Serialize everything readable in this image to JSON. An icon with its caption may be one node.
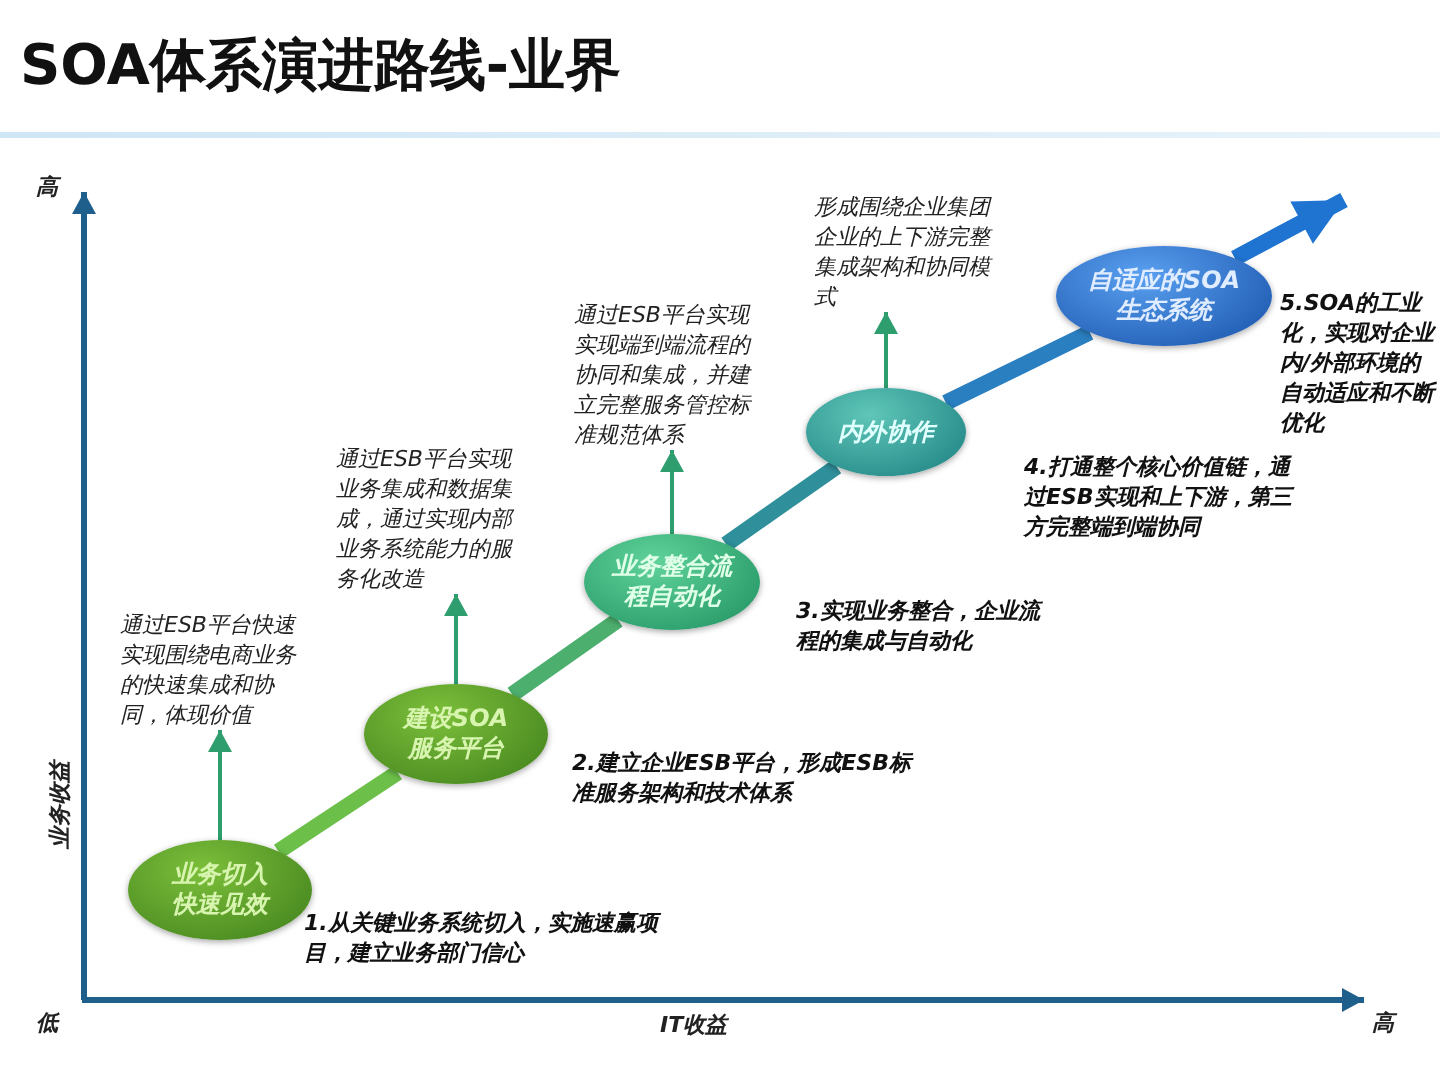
{
  "diagram": {
    "title": "SOA体系演进路线-业界",
    "nodes": [
      {
        "text": [
          "业务切入快速见效"
        ],
        "beside": [
          "1.从关键业务系统切入，实施速赢项目，建立业务部门信心"
        ]
      },
      {
        "text": [
          "通过ESB平台快速实现围绕电商业务的快速集成和协同，体现价值"
        ]
      },
      {
        "text": [
          "建设SOA服务平台"
        ],
        "beside": [
          "2.建立企业ESB平台，形成ESB标准服务架构和技术体系"
        ]
      },
      {
        "text": [
          "通过ESB平台实现业务集成和数据集成，通过实现内部业务系统能力的服务化改造"
        ]
      },
      {
        "text": [
          "业务整合流程自动化"
        ],
        "beside": [
          "3.实现业务整合，企业流程的集成与自动化"
        ]
      },
      {
        "text": [
          "通过ESB平台实现实现端到端流程的协同和集成，并建立完整服务管控标准规范体系"
        ]
      },
      {
        "text": [
          "内外协作"
        ],
        "beside": [
          "4.打通整个核心价值链，通过ESB实现和上下游，第三方完整端到端协同"
        ]
      },
      {
        "text": [
          "形成围绕企业集团企业的上下游完整集成架构和协同模式"
        ]
      },
      {
        "text": [
          "自适应的SOA生态系统"
        ],
        "beside": [
          "5.SOA的工业化，实现对企业内/外部环境的自动适应和不断优化"
        ]
      }
    ],
    "edges": [
      {
        "from": 0,
        "to": 1,
        "arrow": "to"
      },
      {
        "from": 2,
        "to": 3,
        "arrow": "to"
      },
      {
        "from": 4,
        "to": 5,
        "arrow": "to"
      },
      {
        "from": 6,
        "to": 7,
        "arrow": "to"
      },
      {
        "from": 0,
        "to": 2,
        "arrow": "none",
        "color": "#6cc04a"
      },
      {
        "from": 2,
        "to": 4,
        "arrow": "none",
        "color": "#4caf6e"
      },
      {
        "from": 4,
        "to": 6,
        "arrow": "none",
        "color": "#2f8f9a"
      },
      {
        "from": 6,
        "to": 8,
        "arrow": "none",
        "color": "#2a7fc0"
      },
      {
        "from": 8,
        "to": null,
        "arrow": "to",
        "color": "#1e74d0"
      }
    ],
    "labels": [
      "高",
      "业务收益",
      "低",
      "IT收益",
      "高"
    ]
  }
}
